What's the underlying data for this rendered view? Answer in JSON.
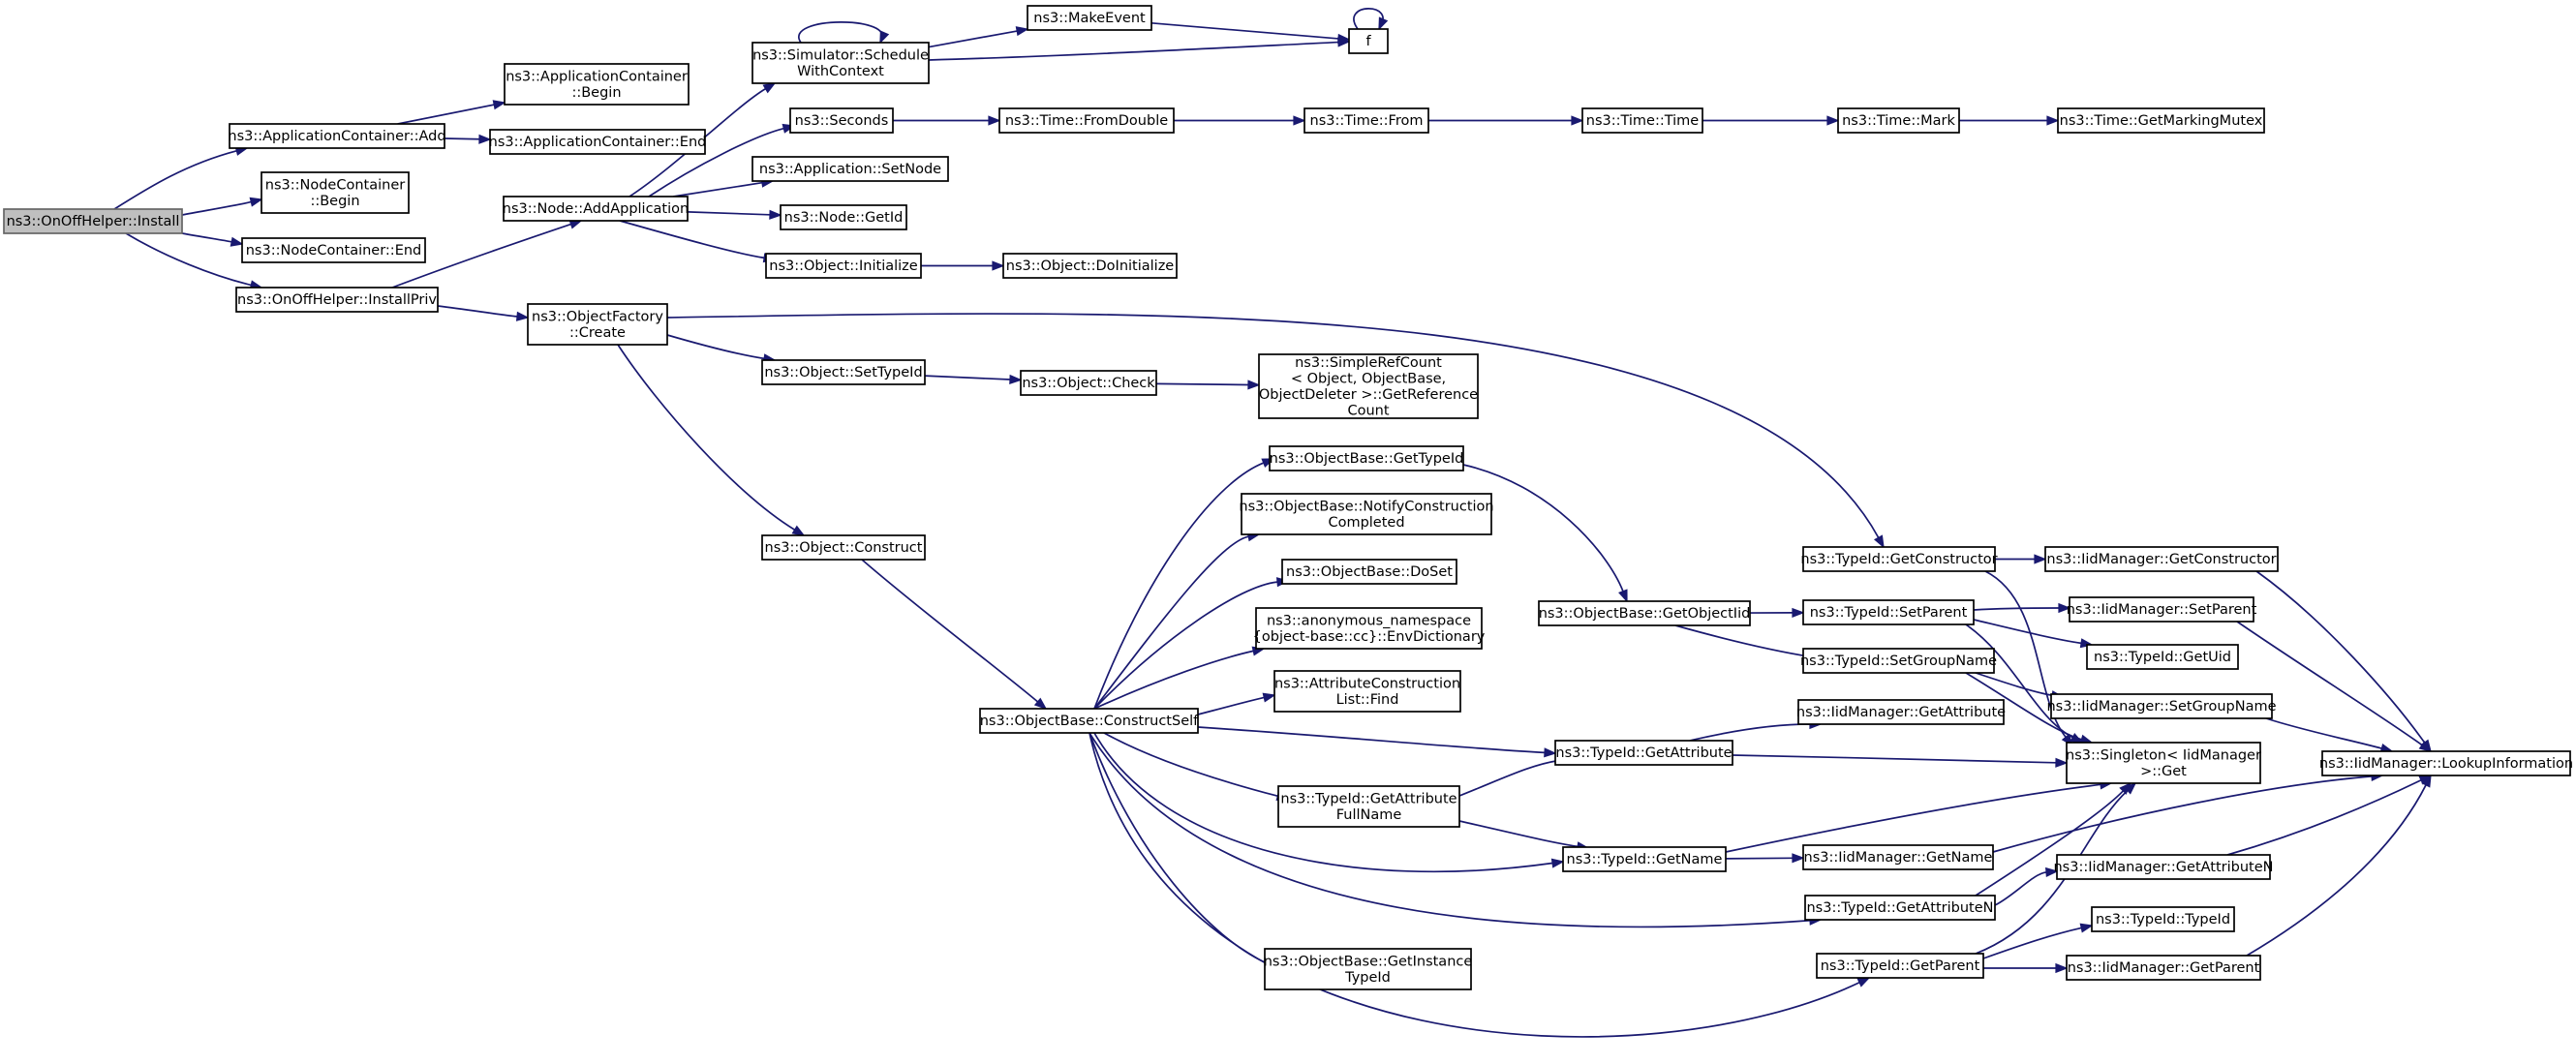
{
  "graph": {
    "root": "OnOffHelper_Install",
    "nodes": [
      {
        "id": "OnOffHelper_Install",
        "lines": [
          "ns3::OnOffHelper::Install"
        ]
      },
      {
        "id": "AppContainer_Add",
        "lines": [
          "ns3::ApplicationContainer::Add"
        ]
      },
      {
        "id": "NodeContainer_Begin",
        "lines": [
          "ns3::NodeContainer",
          "::Begin"
        ]
      },
      {
        "id": "NodeContainer_End",
        "lines": [
          "ns3::NodeContainer::End"
        ]
      },
      {
        "id": "OnOffHelper_InstallPriv",
        "lines": [
          "ns3::OnOffHelper::InstallPriv"
        ]
      },
      {
        "id": "AppContainer_Begin",
        "lines": [
          "ns3::ApplicationContainer",
          "::Begin"
        ]
      },
      {
        "id": "AppContainer_End",
        "lines": [
          "ns3::ApplicationContainer::End"
        ]
      },
      {
        "id": "Node_AddApplication",
        "lines": [
          "ns3::Node::AddApplication"
        ]
      },
      {
        "id": "ObjectFactory_Create",
        "lines": [
          "ns3::ObjectFactory",
          "::Create"
        ]
      },
      {
        "id": "Simulator_ScheduleWithContext",
        "lines": [
          "ns3::Simulator::Schedule",
          "WithContext"
        ]
      },
      {
        "id": "Seconds",
        "lines": [
          "ns3::Seconds"
        ]
      },
      {
        "id": "Application_SetNode",
        "lines": [
          "ns3::Application::SetNode"
        ]
      },
      {
        "id": "Node_GetId",
        "lines": [
          "ns3::Node::GetId"
        ]
      },
      {
        "id": "Object_Initialize",
        "lines": [
          "ns3::Object::Initialize"
        ]
      },
      {
        "id": "Object_SetTypeId",
        "lines": [
          "ns3::Object::SetTypeId"
        ]
      },
      {
        "id": "Object_Construct",
        "lines": [
          "ns3::Object::Construct"
        ]
      },
      {
        "id": "MakeEvent",
        "lines": [
          "ns3::MakeEvent"
        ]
      },
      {
        "id": "f",
        "lines": [
          "f"
        ]
      },
      {
        "id": "Time_FromDouble",
        "lines": [
          "ns3::Time::FromDouble"
        ]
      },
      {
        "id": "Time_From",
        "lines": [
          "ns3::Time::From"
        ]
      },
      {
        "id": "Time_Time",
        "lines": [
          "ns3::Time::Time"
        ]
      },
      {
        "id": "Time_Mark",
        "lines": [
          "ns3::Time::Mark"
        ]
      },
      {
        "id": "Time_GetMarkingMutex",
        "lines": [
          "ns3::Time::GetMarkingMutex"
        ]
      },
      {
        "id": "Object_DoInitialize",
        "lines": [
          "ns3::Object::DoInitialize"
        ]
      },
      {
        "id": "Object_Check",
        "lines": [
          "ns3::Object::Check"
        ]
      },
      {
        "id": "SimpleRefCount_GetReferenceCount",
        "lines": [
          "ns3::SimpleRefCount",
          "< Object, ObjectBase,",
          " ObjectDeleter >::GetReference",
          "Count"
        ]
      },
      {
        "id": "ObjectBase_ConstructSelf",
        "lines": [
          "ns3::ObjectBase::ConstructSelf"
        ]
      },
      {
        "id": "ObjectBase_GetTypeId",
        "lines": [
          "ns3::ObjectBase::GetTypeId"
        ]
      },
      {
        "id": "ObjectBase_NotifyConstructionCompleted",
        "lines": [
          "ns3::ObjectBase::NotifyConstruction",
          "Completed"
        ]
      },
      {
        "id": "ObjectBase_DoSet",
        "lines": [
          "ns3::ObjectBase::DoSet"
        ]
      },
      {
        "id": "EnvDictionary",
        "lines": [
          "ns3::anonymous_namespace",
          "{object-base::cc}::EnvDictionary"
        ]
      },
      {
        "id": "AttributeConstructionList_Find",
        "lines": [
          "ns3::AttributeConstruction",
          "List::Find"
        ]
      },
      {
        "id": "TypeId_GetAttributeFullName",
        "lines": [
          "ns3::TypeId::GetAttribute",
          "FullName"
        ]
      },
      {
        "id": "ObjectBase_GetInstanceTypeId",
        "lines": [
          "ns3::ObjectBase::GetInstance",
          "TypeId"
        ]
      },
      {
        "id": "ObjectBase_GetObjectIid",
        "lines": [
          "ns3::ObjectBase::GetObjectIid"
        ]
      },
      {
        "id": "TypeId_GetAttribute",
        "lines": [
          "ns3::TypeId::GetAttribute"
        ]
      },
      {
        "id": "TypeId_GetName",
        "lines": [
          "ns3::TypeId::GetName"
        ]
      },
      {
        "id": "TypeId_GetConstructor",
        "lines": [
          "ns3::TypeId::GetConstructor"
        ]
      },
      {
        "id": "TypeId_SetParent",
        "lines": [
          "ns3::TypeId::SetParent"
        ]
      },
      {
        "id": "TypeId_SetGroupName",
        "lines": [
          "ns3::TypeId::SetGroupName"
        ]
      },
      {
        "id": "IidManager_GetAttribute",
        "lines": [
          "ns3::IidManager::GetAttribute"
        ]
      },
      {
        "id": "IidManager_GetName",
        "lines": [
          "ns3::IidManager::GetName"
        ]
      },
      {
        "id": "TypeId_GetAttributeN",
        "lines": [
          "ns3::TypeId::GetAttributeN"
        ]
      },
      {
        "id": "TypeId_GetParent",
        "lines": [
          "ns3::TypeId::GetParent"
        ]
      },
      {
        "id": "IidManager_GetConstructor",
        "lines": [
          "ns3::IidManager::GetConstructor"
        ]
      },
      {
        "id": "IidManager_SetParent",
        "lines": [
          "ns3::IidManager::SetParent"
        ]
      },
      {
        "id": "TypeId_GetUid",
        "lines": [
          "ns3::TypeId::GetUid"
        ]
      },
      {
        "id": "IidManager_SetGroupName",
        "lines": [
          "ns3::IidManager::SetGroupName"
        ]
      },
      {
        "id": "Singleton_IidManager_Get",
        "lines": [
          "ns3::Singleton< IidManager",
          " >::Get"
        ]
      },
      {
        "id": "IidManager_GetAttributeN",
        "lines": [
          "ns3::IidManager::GetAttributeN"
        ]
      },
      {
        "id": "TypeId_TypeId",
        "lines": [
          "ns3::TypeId::TypeId"
        ]
      },
      {
        "id": "IidManager_GetParent",
        "lines": [
          "ns3::IidManager::GetParent"
        ]
      },
      {
        "id": "IidManager_LookupInformation",
        "lines": [
          "ns3::IidManager::LookupInformation"
        ]
      }
    ],
    "edges": [
      {
        "from": "OnOffHelper_Install",
        "to": "AppContainer_Add"
      },
      {
        "from": "OnOffHelper_Install",
        "to": "NodeContainer_Begin"
      },
      {
        "from": "OnOffHelper_Install",
        "to": "NodeContainer_End"
      },
      {
        "from": "OnOffHelper_Install",
        "to": "OnOffHelper_InstallPriv"
      },
      {
        "from": "AppContainer_Add",
        "to": "AppContainer_Begin"
      },
      {
        "from": "AppContainer_Add",
        "to": "AppContainer_End"
      },
      {
        "from": "OnOffHelper_InstallPriv",
        "to": "Node_AddApplication"
      },
      {
        "from": "OnOffHelper_InstallPriv",
        "to": "ObjectFactory_Create"
      },
      {
        "from": "Node_AddApplication",
        "to": "Simulator_ScheduleWithContext"
      },
      {
        "from": "Node_AddApplication",
        "to": "Seconds"
      },
      {
        "from": "Node_AddApplication",
        "to": "Application_SetNode"
      },
      {
        "from": "Node_AddApplication",
        "to": "Node_GetId"
      },
      {
        "from": "Node_AddApplication",
        "to": "Object_Initialize"
      },
      {
        "from": "Simulator_ScheduleWithContext",
        "to": "Simulator_ScheduleWithContext"
      },
      {
        "from": "Simulator_ScheduleWithContext",
        "to": "MakeEvent"
      },
      {
        "from": "Simulator_ScheduleWithContext",
        "to": "f"
      },
      {
        "from": "MakeEvent",
        "to": "f"
      },
      {
        "from": "f",
        "to": "f"
      },
      {
        "from": "Seconds",
        "to": "Time_FromDouble"
      },
      {
        "from": "Time_FromDouble",
        "to": "Time_From"
      },
      {
        "from": "Time_From",
        "to": "Time_Time"
      },
      {
        "from": "Time_Time",
        "to": "Time_Mark"
      },
      {
        "from": "Time_Mark",
        "to": "Time_GetMarkingMutex"
      },
      {
        "from": "Object_Initialize",
        "to": "Object_DoInitialize"
      },
      {
        "from": "ObjectFactory_Create",
        "to": "Object_SetTypeId"
      },
      {
        "from": "ObjectFactory_Create",
        "to": "Object_Construct"
      },
      {
        "from": "ObjectFactory_Create",
        "to": "TypeId_GetConstructor"
      },
      {
        "from": "Object_SetTypeId",
        "to": "Object_Check"
      },
      {
        "from": "Object_Check",
        "to": "SimpleRefCount_GetReferenceCount"
      },
      {
        "from": "Object_Construct",
        "to": "ObjectBase_ConstructSelf"
      },
      {
        "from": "ObjectBase_ConstructSelf",
        "to": "ObjectBase_GetTypeId"
      },
      {
        "from": "ObjectBase_ConstructSelf",
        "to": "ObjectBase_NotifyConstructionCompleted"
      },
      {
        "from": "ObjectBase_ConstructSelf",
        "to": "ObjectBase_DoSet"
      },
      {
        "from": "ObjectBase_ConstructSelf",
        "to": "EnvDictionary"
      },
      {
        "from": "ObjectBase_ConstructSelf",
        "to": "AttributeConstructionList_Find"
      },
      {
        "from": "ObjectBase_ConstructSelf",
        "to": "TypeId_GetAttribute"
      },
      {
        "from": "ObjectBase_ConstructSelf",
        "to": "TypeId_GetAttributeFullName"
      },
      {
        "from": "ObjectBase_ConstructSelf",
        "to": "TypeId_GetName"
      },
      {
        "from": "ObjectBase_ConstructSelf",
        "to": "ObjectBase_GetInstanceTypeId"
      },
      {
        "from": "ObjectBase_ConstructSelf",
        "to": "TypeId_GetAttributeN"
      },
      {
        "from": "ObjectBase_ConstructSelf",
        "to": "TypeId_GetParent"
      },
      {
        "from": "ObjectBase_GetTypeId",
        "to": "ObjectBase_GetObjectIid"
      },
      {
        "from": "ObjectBase_GetObjectIid",
        "to": "TypeId_SetParent"
      },
      {
        "from": "ObjectBase_GetObjectIid",
        "to": "TypeId_SetGroupName"
      },
      {
        "from": "TypeId_GetAttributeFullName",
        "to": "TypeId_GetAttribute"
      },
      {
        "from": "TypeId_GetAttributeFullName",
        "to": "TypeId_GetName"
      },
      {
        "from": "TypeId_GetAttribute",
        "to": "IidManager_GetAttribute"
      },
      {
        "from": "TypeId_GetAttribute",
        "to": "Singleton_IidManager_Get"
      },
      {
        "from": "TypeId_GetName",
        "to": "IidManager_GetName"
      },
      {
        "from": "TypeId_GetName",
        "to": "Singleton_IidManager_Get"
      },
      {
        "from": "TypeId_GetConstructor",
        "to": "IidManager_GetConstructor"
      },
      {
        "from": "TypeId_GetConstructor",
        "to": "Singleton_IidManager_Get"
      },
      {
        "from": "TypeId_SetParent",
        "to": "IidManager_SetParent"
      },
      {
        "from": "TypeId_SetParent",
        "to": "TypeId_GetUid"
      },
      {
        "from": "TypeId_SetParent",
        "to": "Singleton_IidManager_Get"
      },
      {
        "from": "TypeId_SetGroupName",
        "to": "IidManager_SetGroupName"
      },
      {
        "from": "TypeId_SetGroupName",
        "to": "Singleton_IidManager_Get"
      },
      {
        "from": "TypeId_GetAttributeN",
        "to": "IidManager_GetAttributeN"
      },
      {
        "from": "TypeId_GetAttributeN",
        "to": "Singleton_IidManager_Get"
      },
      {
        "from": "TypeId_GetParent",
        "to": "TypeId_TypeId"
      },
      {
        "from": "TypeId_GetParent",
        "to": "IidManager_GetParent"
      },
      {
        "from": "TypeId_GetParent",
        "to": "Singleton_IidManager_Get"
      },
      {
        "from": "IidManager_GetConstructor",
        "to": "IidManager_LookupInformation"
      },
      {
        "from": "IidManager_SetParent",
        "to": "IidManager_LookupInformation"
      },
      {
        "from": "IidManager_SetGroupName",
        "to": "IidManager_LookupInformation"
      },
      {
        "from": "IidManager_GetName",
        "to": "IidManager_LookupInformation"
      },
      {
        "from": "IidManager_GetAttributeN",
        "to": "IidManager_LookupInformation"
      },
      {
        "from": "IidManager_GetParent",
        "to": "IidManager_LookupInformation"
      }
    ]
  },
  "colors": {
    "edge": "#191970",
    "node_border": "#000000",
    "root_fill": "#bfbfbf",
    "root_border": "#666666",
    "node_fill": "#ffffff"
  }
}
